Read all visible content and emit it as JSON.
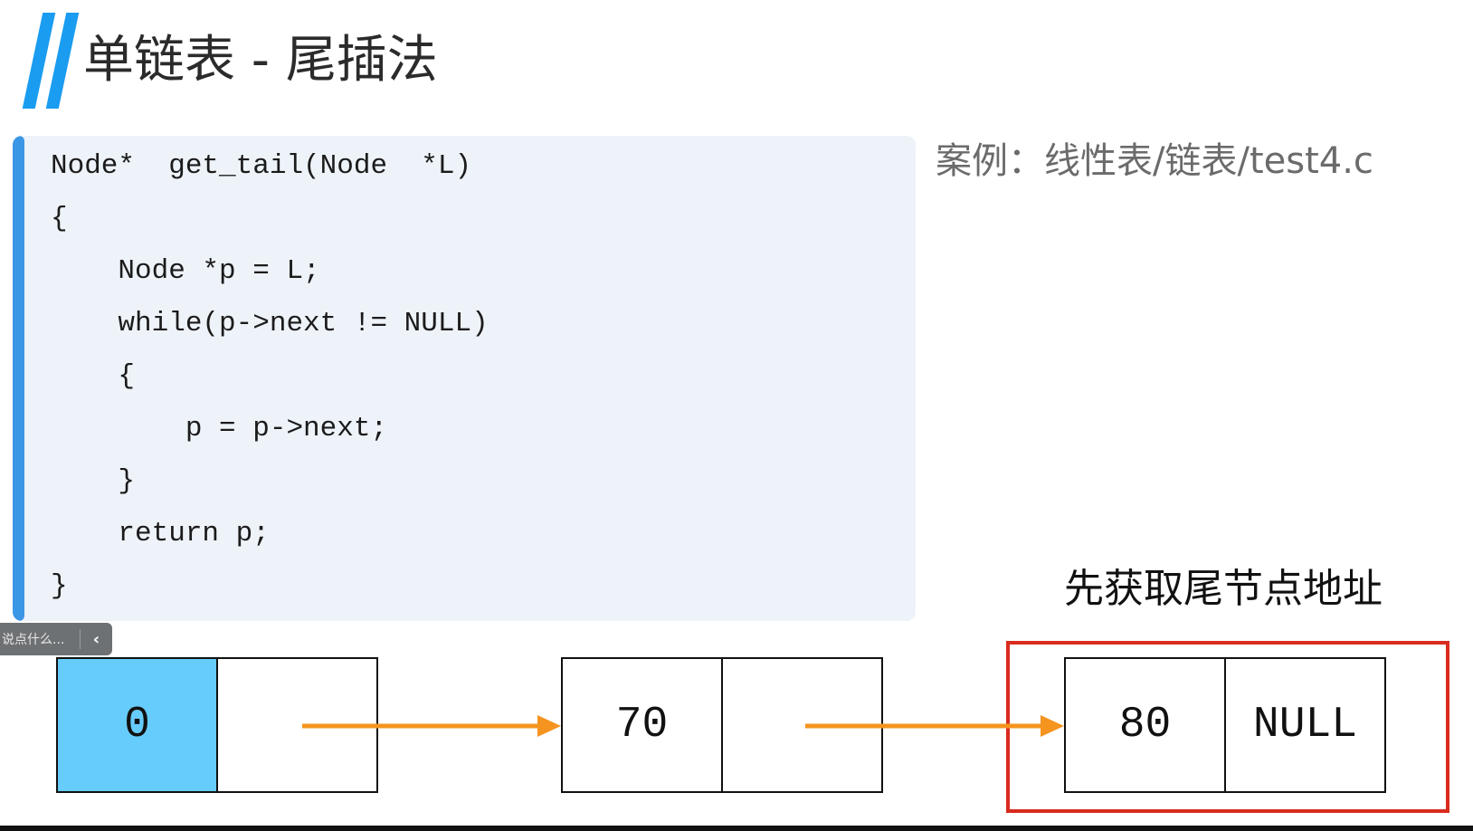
{
  "title": {
    "text": "单链表 - 尾插法"
  },
  "code": {
    "lines": [
      "Node*  get_tail(Node  *L)",
      "{",
      "    Node *p = L;",
      "    while(p->next != NULL)",
      "    {",
      "        p = p->next;",
      "    }",
      "    return p;",
      "}"
    ]
  },
  "case_label": "案例：线性表/链表/test4.c",
  "tail_caption": "先获取尾节点地址",
  "comment_box": {
    "placeholder": "说点什么...",
    "collapse_icon": "chevron-left-icon"
  },
  "nodes": [
    {
      "data": "0",
      "next": ""
    },
    {
      "data": "70",
      "next": ""
    },
    {
      "data": "80",
      "next": "NULL"
    }
  ],
  "colors": {
    "accent_blue": "#1a9cf0",
    "head_node_fill": "#66ccfb",
    "arrow": "#f5941f",
    "highlight": "#d92b1e"
  }
}
